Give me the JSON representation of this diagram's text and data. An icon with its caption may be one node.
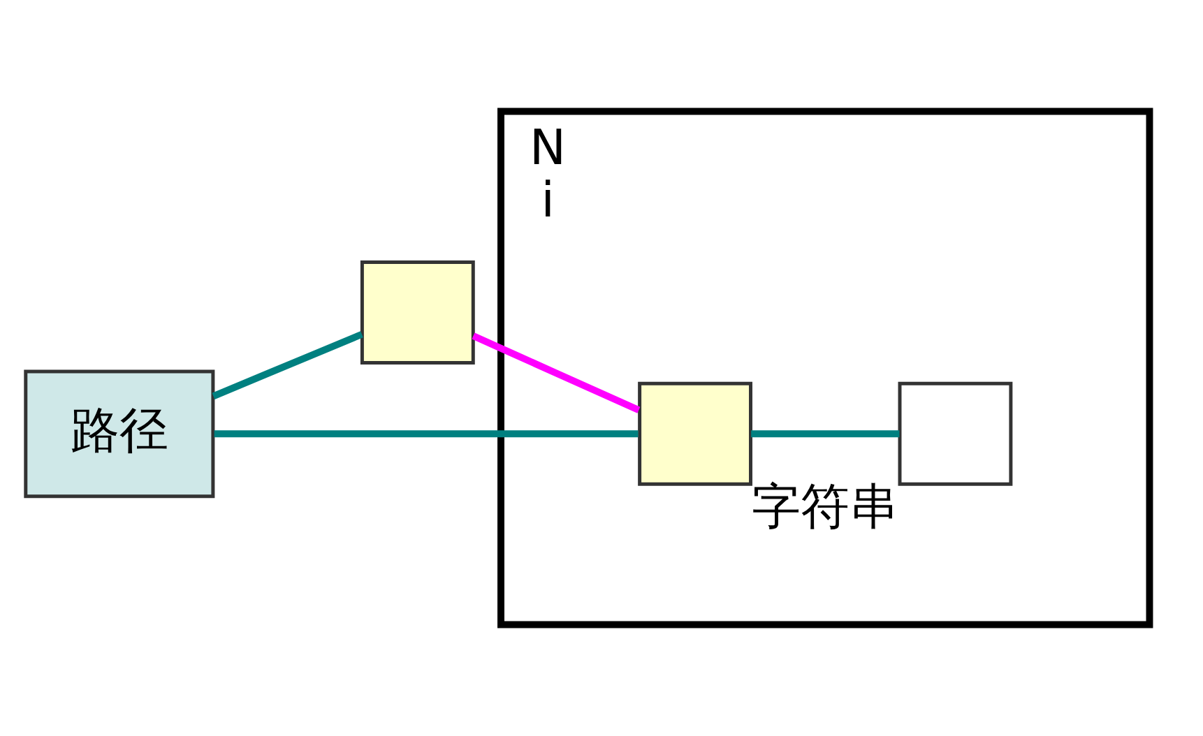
{
  "diagram": {
    "nodes": [
      {
        "text": [
          "路径"
        ]
      },
      {
        "text": [],
        "shape": "box"
      },
      {
        "text": [
          "N",
          "i"
        ]
      },
      {
        "text": [],
        "shape": "box",
        "in": 2
      },
      {
        "text": [],
        "shape": "box",
        "in": 2,
        "beside": [
          "字符串"
        ]
      }
    ],
    "edges": [
      {
        "from": 0,
        "to": 1,
        "arrow": "none"
      },
      {
        "from": 1,
        "to": 3,
        "arrow": "none",
        "color": "#ff00ff"
      },
      {
        "from": 0,
        "to": 3,
        "arrow": "none"
      },
      {
        "from": 3,
        "to": 4,
        "arrow": "none"
      }
    ]
  }
}
